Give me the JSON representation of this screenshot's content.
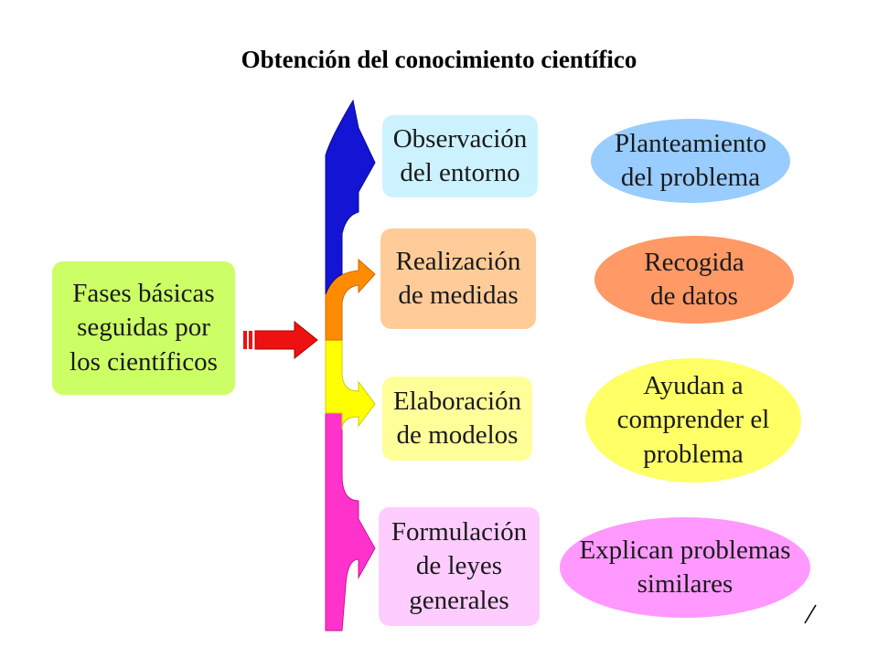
{
  "title": "Obtención del conocimiento científico",
  "source": {
    "line1": "Fases básicas",
    "line2": "seguidas por",
    "line3": "los científicos",
    "color": "#ccff66"
  },
  "phases": [
    {
      "line1": "Observación",
      "line2": "del entorno",
      "line3": "",
      "color": "#ccf2ff",
      "arrow_color": "#1414d4"
    },
    {
      "line1": "Realización",
      "line2": "de medidas",
      "line3": "",
      "color": "#ffcc99",
      "arrow_color": "#ff8c00"
    },
    {
      "line1": "Elaboración",
      "line2": "de modelos",
      "line3": "",
      "color": "#ffff99",
      "arrow_color": "#ffff00"
    },
    {
      "line1": "Formulación",
      "line2": "de leyes",
      "line3": "generales",
      "color": "#ffccff",
      "arrow_color": "#ff33cc"
    }
  ],
  "outcomes": [
    {
      "line1": "Planteamiento",
      "line2": "del problema",
      "line3": "",
      "color": "#99ccff"
    },
    {
      "line1": "Recogida",
      "line2": "de datos",
      "line3": "",
      "color": "#ff9966"
    },
    {
      "line1": "Ayudan a",
      "line2": "comprender el",
      "line3": "problema",
      "color": "#ffff66"
    },
    {
      "line1": "Explican problemas",
      "line2": "similares",
      "line3": "",
      "color": "#ff99ff"
    }
  ],
  "connector_arrow_color": "#ee1111"
}
